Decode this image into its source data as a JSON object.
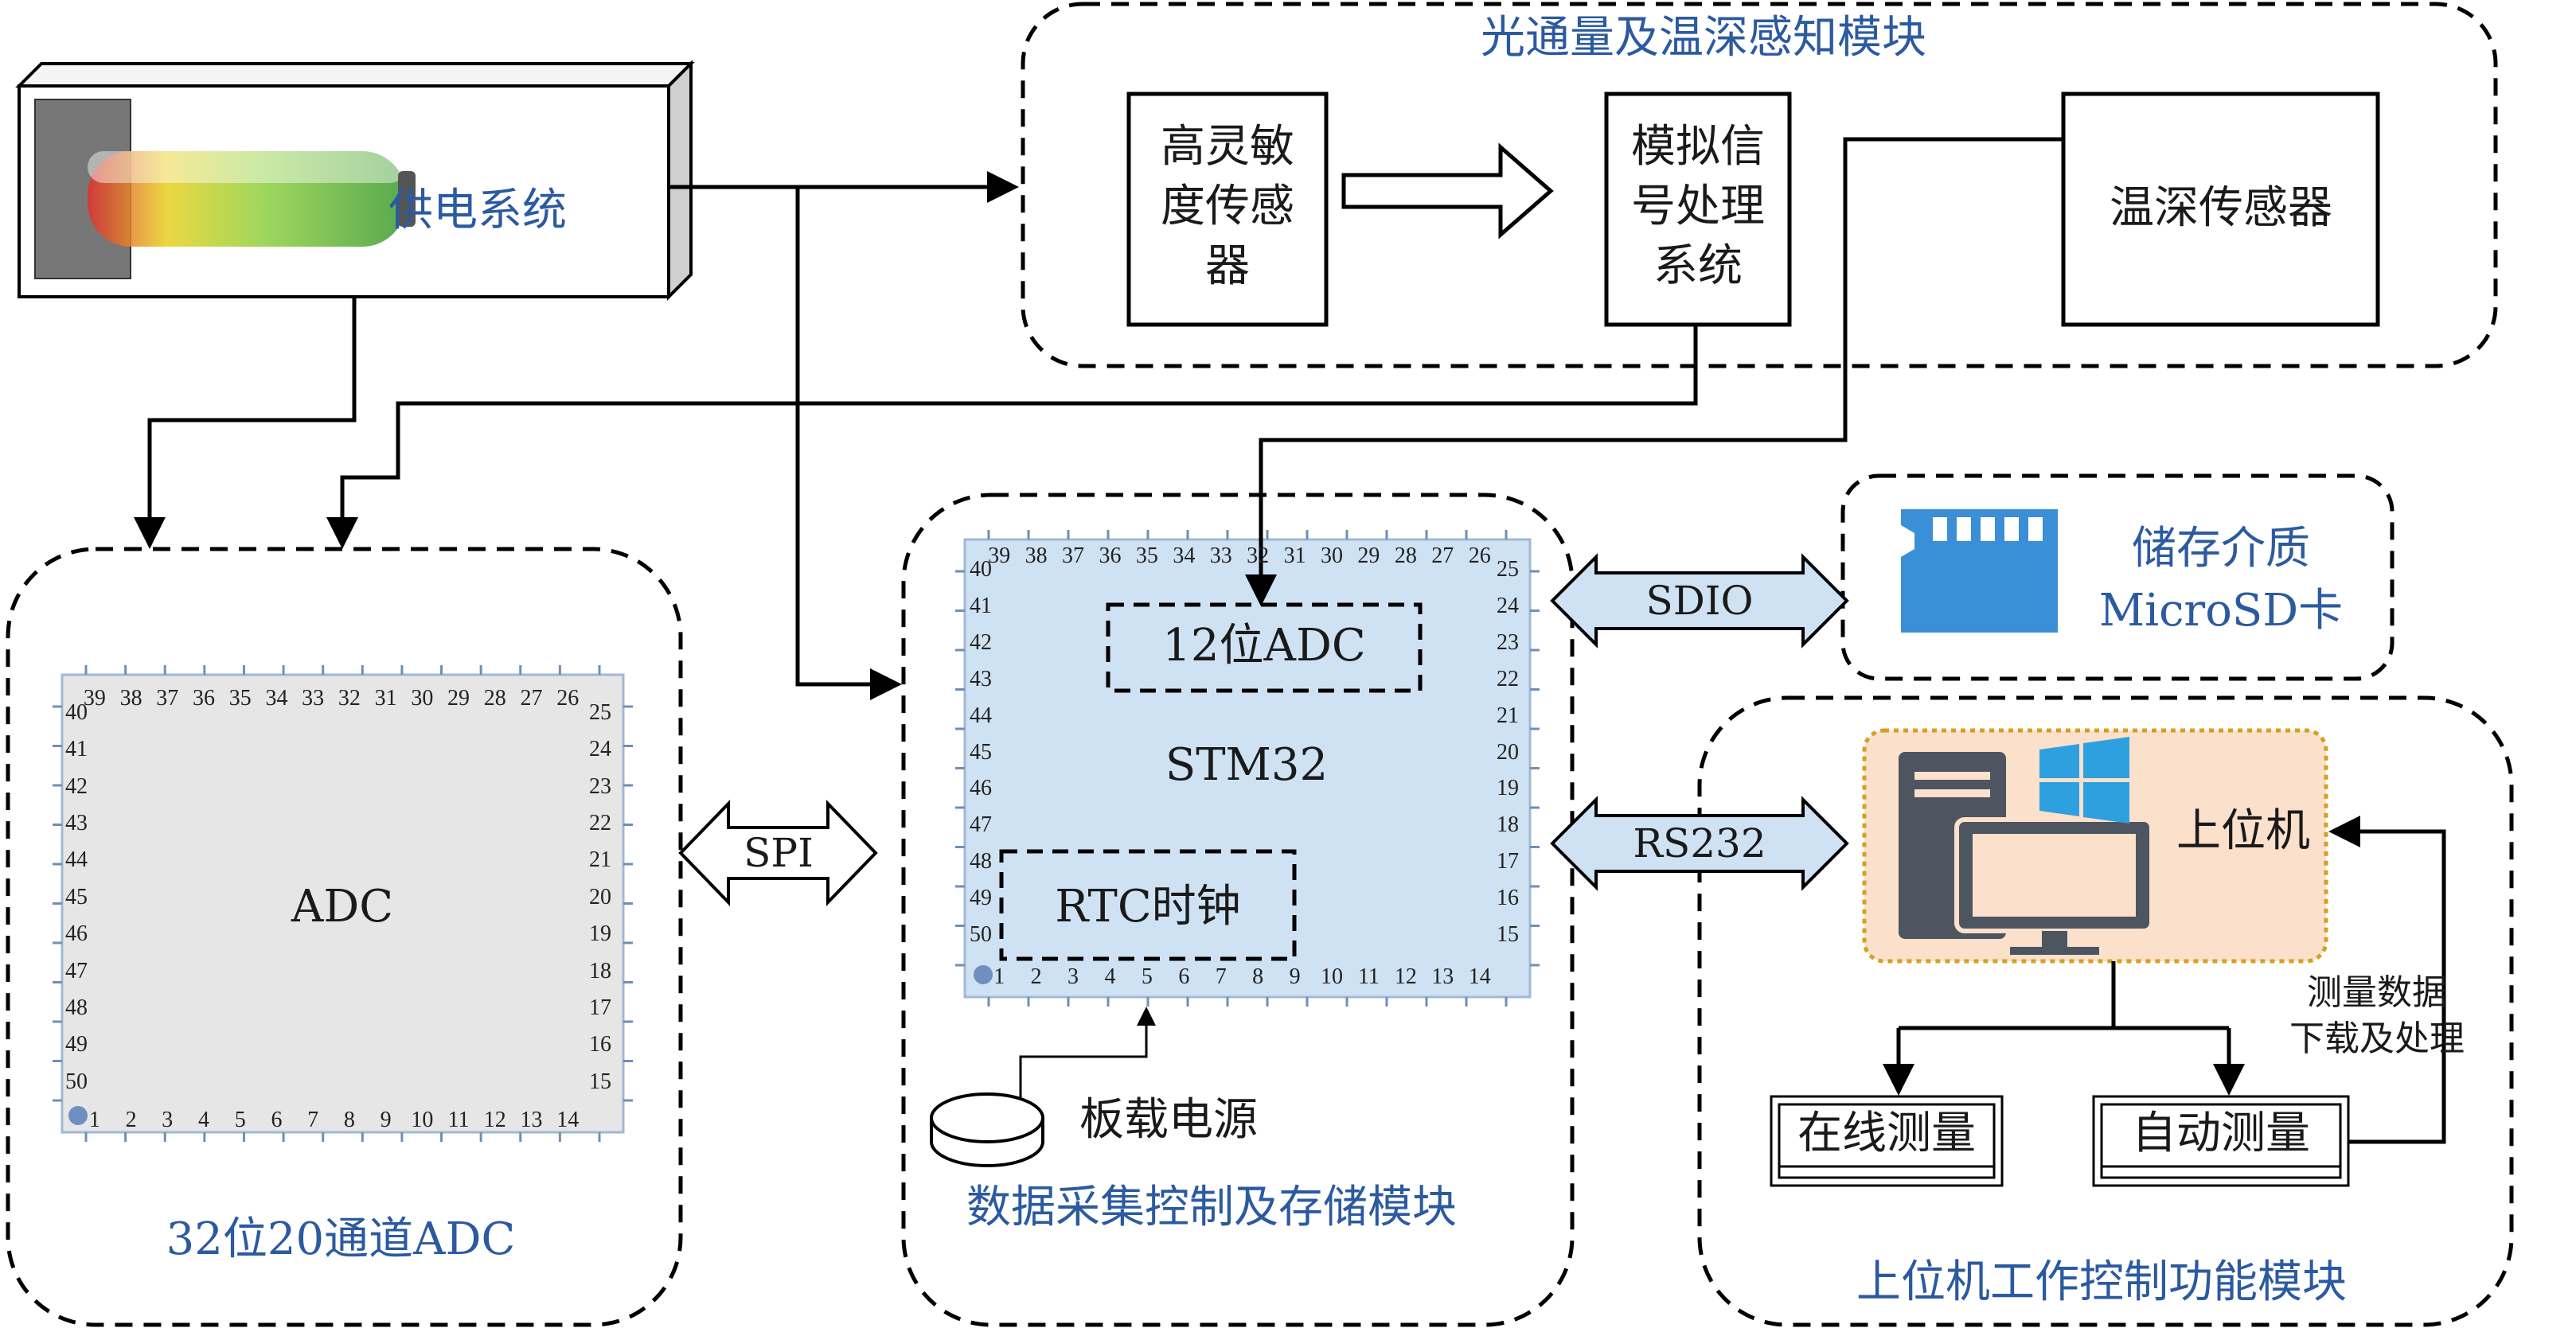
{
  "power": {
    "label": "供电系统"
  },
  "sensing_module": {
    "title": "光通量及温深感知模块",
    "high_sens_sensor": [
      "高灵敏",
      "度传感",
      "器"
    ],
    "analog_proc": [
      "模拟信",
      "号处理",
      "系统"
    ],
    "temp_depth_sensor": "温深传感器"
  },
  "adc_module": {
    "chip_label": "ADC",
    "title": "32位20通道ADC"
  },
  "acq_module": {
    "chip_label": "STM32",
    "adc12": "12位ADC",
    "rtc": "RTC时钟",
    "board_power": "板载电源",
    "title": "数据采集控制及存储模块"
  },
  "storage": {
    "line1": "储存介质",
    "line2": "MicroSD卡"
  },
  "host_module": {
    "host": "上位机",
    "note_line1": "测量数据",
    "note_line2": "下载及处理",
    "online": "在线测量",
    "auto": "自动测量",
    "title": "上位机工作控制功能模块"
  },
  "interfaces": {
    "spi": "SPI",
    "sdio": "SDIO",
    "rs232": "RS232"
  },
  "chip_pins": {
    "top": [
      "39",
      "38",
      "37",
      "36",
      "35",
      "34",
      "33",
      "32",
      "31",
      "30",
      "29",
      "28",
      "27",
      "26"
    ],
    "bottom": [
      "1",
      "2",
      "3",
      "4",
      "5",
      "6",
      "7",
      "8",
      "9",
      "10",
      "11",
      "12",
      "13",
      "14"
    ],
    "left": [
      "40",
      "41",
      "42",
      "43",
      "44",
      "45",
      "46",
      "47",
      "48",
      "49",
      "50"
    ],
    "right": [
      "25",
      "24",
      "23",
      "22",
      "21",
      "20",
      "19",
      "18",
      "17",
      "16",
      "15"
    ]
  },
  "colors": {
    "label_blue": "#2b5aa0",
    "stm32_fill": "#cfe2f3",
    "adc_fill": "#e6e6e6",
    "host_fill": "#fbe0cc",
    "host_border": "#d4a020",
    "sd_blue": "#3a8fd6"
  }
}
